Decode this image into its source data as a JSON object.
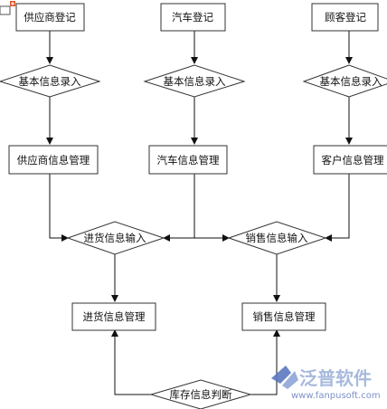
{
  "nodes": {
    "supplier_register": "供应商登记",
    "car_register": "汽车登记",
    "customer_register": "顾客登记",
    "basic_info_entry_1": "基本信息录入",
    "basic_info_entry_2": "基本信息录入",
    "basic_info_entry_3": "基本信息录入",
    "supplier_info_mgmt": "供应商信息管理",
    "car_info_mgmt": "汽车信息管理",
    "customer_info_mgmt": "客户信息管理",
    "purchase_info_input": "进货信息输入",
    "sales_info_input": "销售信息输入",
    "purchase_info_mgmt": "进货信息管理",
    "sales_info_mgmt": "销售信息管理",
    "inventory_judgment": "库存信息判断"
  },
  "watermark": {
    "brand": "泛普软件",
    "url": "www.fanpusoft.com"
  },
  "colors": {
    "line": "#111111",
    "box_border": "#333333",
    "watermark_text": "#9fb3d9",
    "watermark_logo": "#5b78c0"
  }
}
